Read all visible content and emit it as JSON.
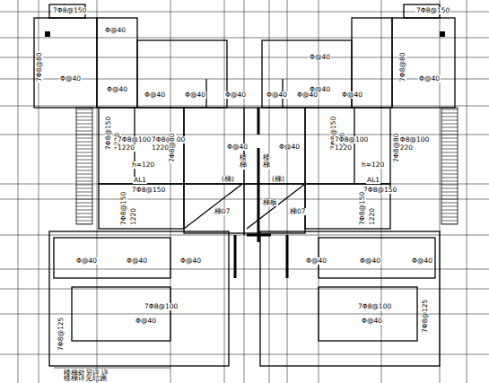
{
  "diagram": {
    "labels": [
      "7Φ8@150",
      "7Φ8@80",
      "Φ@40",
      "Φ@40",
      "Φ@40",
      "7Φ8@150",
      "7Φ8@80",
      "Φ@40",
      "Φ@40",
      "Φ@40",
      "Φ@40",
      "Φ@40",
      "Φ@40",
      "Φ@40",
      "Φ@40",
      "Φ@40",
      "7Φ8@150",
      "1220",
      "7Φ8@100",
      "1220",
      "7Φ8@100",
      "1220",
      "7Φ8@80",
      "h=120",
      "AL1",
      "7Φ8@150",
      "7Φ8@150",
      "1220",
      "7Φ8@100",
      "1220",
      "7Φ8@100",
      "1220",
      "7Φ8@80",
      "h=120",
      "AL1",
      "7Φ8@150",
      "Φ@40",
      "Φ@40",
      "楼梯",
      "(梯)",
      "楼梯",
      "(梯)",
      "梯07",
      "梯07",
      "梯板",
      "7Φ8@150",
      "1220",
      "7Φ8@150",
      "1220",
      "Φ@40",
      "Φ@40",
      "Φ@40",
      "Φ@40",
      "Φ@40",
      "Φ@40",
      "7Φ8@100",
      "Φ@40",
      "7Φ8@125",
      "7Φ8@100",
      "Φ@40",
      "7Φ8@125",
      "楼梯处另详 详",
      "楼梯详见结施"
    ]
  }
}
